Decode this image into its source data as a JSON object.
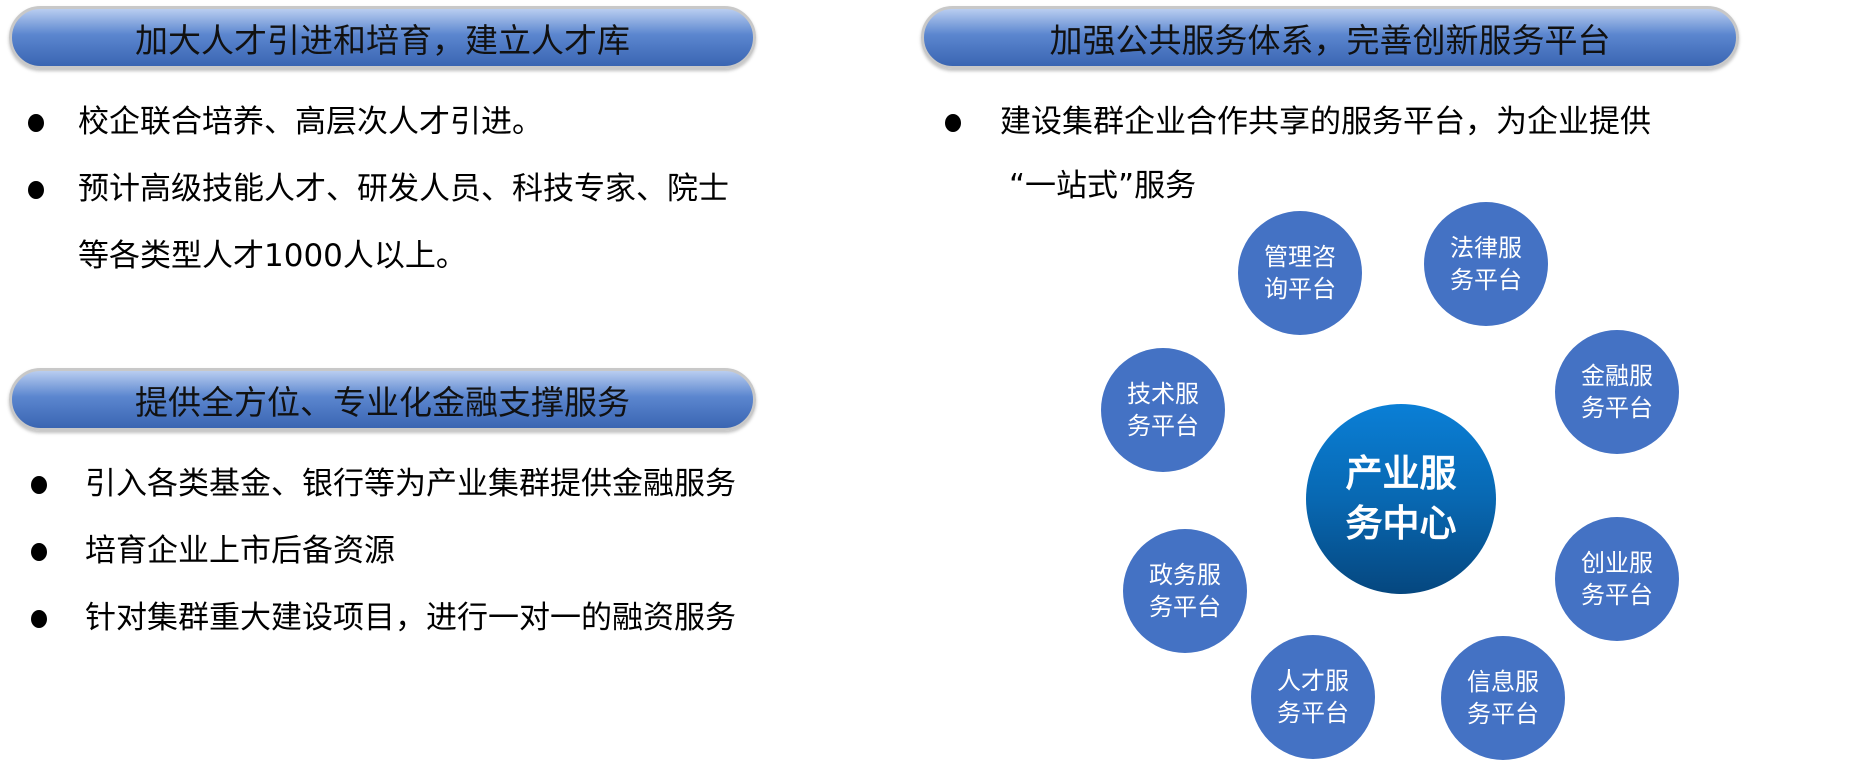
{
  "left_top": {
    "title": "加大人才引进和培育，建立人才库",
    "bullets": [
      "校企联合培养、高层次人才引进。",
      "预计高级技能人才、研发人员、科技专家、院士",
      "等各类型人才1000人以上。"
    ]
  },
  "left_bottom": {
    "title": "提供全方位、专业化金融支撑服务",
    "bullets": [
      "引入各类基金、银行等为产业集群提供金融服务",
      "培育企业上市后备资源",
      "针对集群重大建设项目，进行一对一的融资服务"
    ]
  },
  "right": {
    "title": "加强公共服务体系，完善创新服务平台",
    "bullet_line1": "建设集群企业合作共享的服务平台，为企业提供",
    "bullet_line2": "“一站式”服务",
    "center": "产业服务中心",
    "platforms": [
      "管理咨询平台",
      "法律服务平台",
      "金融服务平台",
      "技术服务平台",
      "创业服务平台",
      "政务服务平台",
      "人才服务平台",
      "信息服务平台"
    ]
  },
  "colors": {
    "platform": "#4472c4",
    "center_top": "#0a7fd6",
    "center_bottom": "#05477f"
  }
}
